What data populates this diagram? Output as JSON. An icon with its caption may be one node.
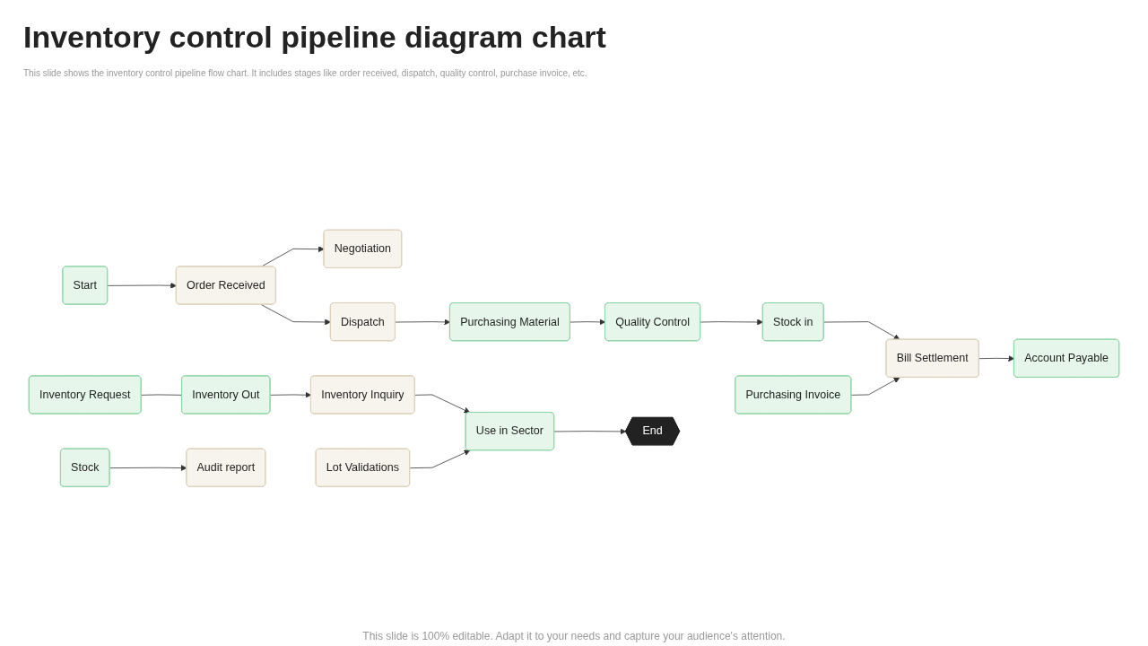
{
  "diagram": {
    "title": "Inventory control pipeline diagram chart",
    "caption": "This slide is 100% editable. Adapt it to your needs and capture your audience's attention.",
    "nodes": [
      {
        "text": [
          "Start"
        ]
      },
      {
        "text": [
          "Order Received"
        ]
      },
      {
        "text": [
          "Negotiation"
        ]
      },
      {
        "text": [
          "Dispatch"
        ]
      },
      {
        "text": [
          "Purchasing Material"
        ]
      },
      {
        "text": [
          "Quality Control"
        ]
      },
      {
        "text": [
          "Stock in"
        ]
      },
      {
        "text": [
          "Purchasing Invoice"
        ]
      },
      {
        "text": [
          "Bill Settlement"
        ]
      },
      {
        "text": [
          "Account Payable"
        ]
      },
      {
        "text": [
          "Inventory Request"
        ]
      },
      {
        "text": [
          "Inventory Out"
        ]
      },
      {
        "text": [
          "Inventory Inquiry"
        ]
      },
      {
        "text": [
          "Use in Sector"
        ]
      },
      {
        "text": [
          "Lot Validations"
        ]
      },
      {
        "text": [
          "Stock"
        ]
      },
      {
        "text": [
          "Audit report"
        ]
      },
      {
        "text": [
          "End"
        ]
      }
    ],
    "edges": [
      {
        "from": 0,
        "to": 1,
        "arrow": "to"
      },
      {
        "from": 1,
        "to": 2,
        "arrow": "to"
      },
      {
        "from": 1,
        "to": 3,
        "arrow": "to"
      },
      {
        "from": 3,
        "to": 4,
        "arrow": "to"
      },
      {
        "from": 4,
        "to": 5,
        "arrow": "to"
      },
      {
        "from": 5,
        "to": 6,
        "arrow": "to"
      },
      {
        "from": 6,
        "to": 8,
        "arrow": "to"
      },
      {
        "from": 7,
        "to": 8,
        "arrow": "to"
      },
      {
        "from": 8,
        "to": 9,
        "arrow": "to"
      },
      {
        "from": 10,
        "to": 11,
        "arrow": "none"
      },
      {
        "from": 11,
        "to": 12,
        "arrow": "to"
      },
      {
        "from": 12,
        "to": 13,
        "arrow": "to"
      },
      {
        "from": 14,
        "to": 13,
        "arrow": "to"
      },
      {
        "from": 13,
        "to": 17,
        "arrow": "to"
      },
      {
        "from": 15,
        "to": 16,
        "arrow": "to"
      }
    ],
    "labels": [
      "This slide shows the inventory control pipeline flow chart. It includes stages like order received, dispatch, quality control, purchase invoice, etc."
    ]
  }
}
